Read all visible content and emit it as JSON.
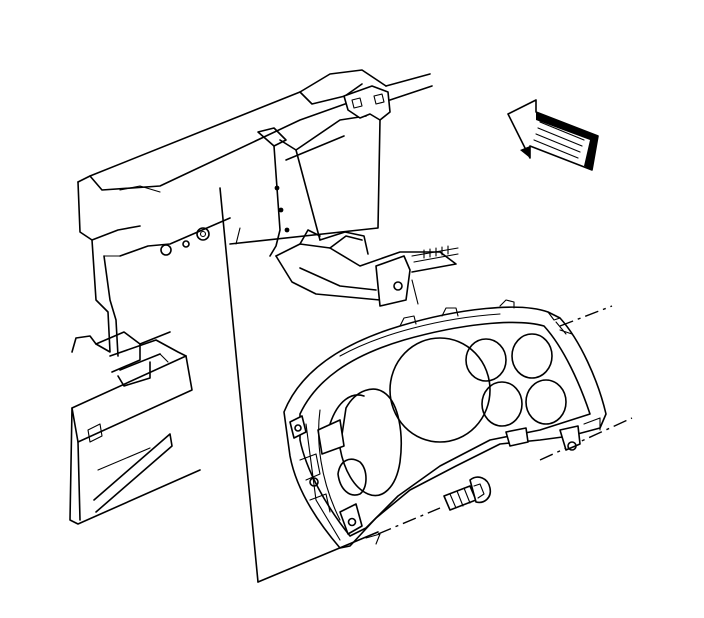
{
  "figure": {
    "kind": "exploded-view line drawing",
    "parts": [
      {
        "name": "instrument-panel-carrier",
        "icon": "dashboard-frame"
      },
      {
        "name": "instrument-panel-cluster",
        "icon": "gauge-cluster"
      },
      {
        "name": "cluster-bolt",
        "icon": "bolt"
      },
      {
        "name": "forward-direction-arrow",
        "icon": "arrow-left-up"
      }
    ],
    "line_color": "#000000",
    "background": "#ffffff"
  }
}
